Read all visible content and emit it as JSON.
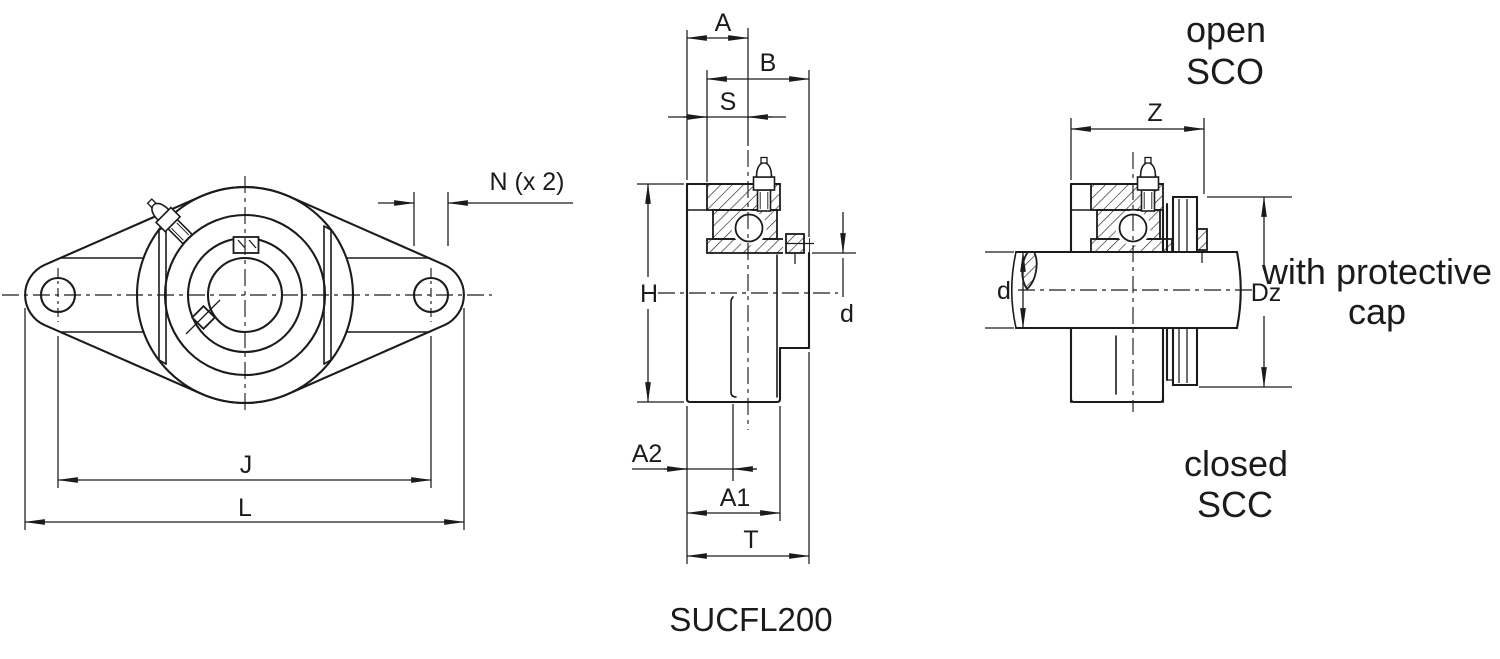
{
  "product_code": "SUCFL200",
  "colors": {
    "line": "#1b1b1d",
    "background": "#ffffff"
  },
  "front_view": {
    "dim_j": "J",
    "dim_l": "L",
    "dim_n": "N (x 2)"
  },
  "side_view": {
    "dim_a": "A",
    "dim_b": "B",
    "dim_s": "S",
    "dim_h": "H",
    "dim_a2": "A2",
    "dim_a1": "A1",
    "dim_t": "T",
    "dim_d": "d"
  },
  "shaft_view": {
    "dim_z": "Z",
    "dim_d": "d",
    "dim_dz": "Dz"
  },
  "annotations": {
    "open_label": "open",
    "open_code": "SCO",
    "protective_line1": "with protective",
    "protective_line2": "cap",
    "closed_label": "closed",
    "closed_code": "SCC"
  }
}
